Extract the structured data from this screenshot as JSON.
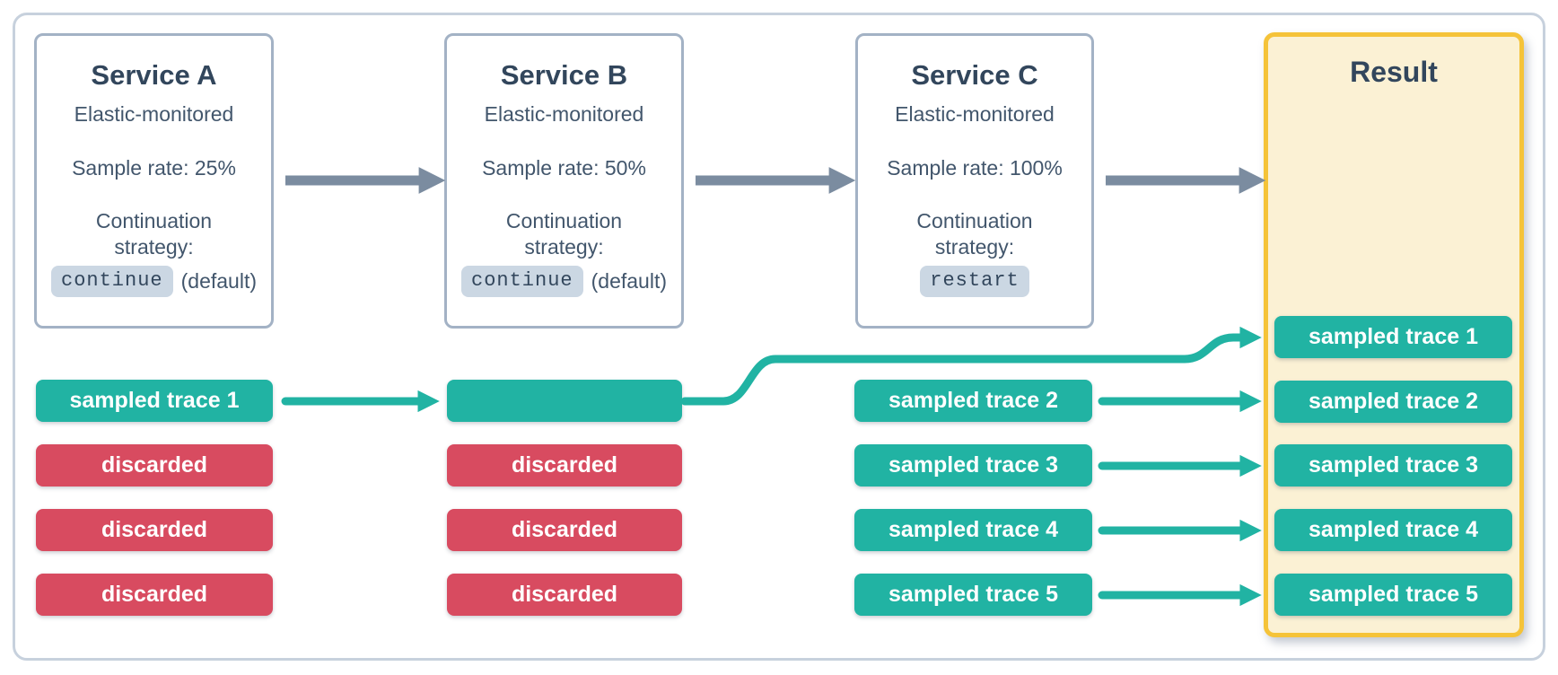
{
  "colors": {
    "teal": "#21B3A3",
    "red": "#D84B60",
    "gray_arrow": "#7B8CA0",
    "frame_border": "#C7D1DD",
    "service_border": "#A3B2C5",
    "result_border": "#F5C339",
    "result_bg": "#FBF1D4",
    "code_bg": "#CBD7E3",
    "text_dark": "#32465C",
    "text_body": "#42566C"
  },
  "services": [
    {
      "title": "Service A",
      "monitored": "Elastic-monitored",
      "sample_rate": "Sample rate: 25%",
      "strategy_label": "Continuation strategy:",
      "strategy_value": "continue",
      "strategy_note": "(default)"
    },
    {
      "title": "Service B",
      "monitored": "Elastic-monitored",
      "sample_rate": "Sample rate: 50%",
      "strategy_label": "Continuation strategy:",
      "strategy_value": "continue",
      "strategy_note": "(default)"
    },
    {
      "title": "Service C",
      "monitored": "Elastic-monitored",
      "sample_rate": "Sample rate: 100%",
      "strategy_label": "Continuation strategy:",
      "strategy_value": "restart",
      "strategy_note": ""
    }
  ],
  "result": {
    "title": "Result",
    "badges": [
      "sampled trace 1",
      "sampled trace 2",
      "sampled trace 3",
      "sampled trace 4",
      "sampled trace 5"
    ]
  },
  "lanes": {
    "service_a": [
      {
        "label": "sampled trace 1",
        "status": "sampled"
      },
      {
        "label": "discarded",
        "status": "discarded"
      },
      {
        "label": "discarded",
        "status": "discarded"
      },
      {
        "label": "discarded",
        "status": "discarded"
      }
    ],
    "service_b": [
      {
        "label": "",
        "status": "sampled"
      },
      {
        "label": "discarded",
        "status": "discarded"
      },
      {
        "label": "discarded",
        "status": "discarded"
      },
      {
        "label": "discarded",
        "status": "discarded"
      }
    ],
    "service_c": [
      {
        "label": "sampled trace 2",
        "status": "sampled"
      },
      {
        "label": "sampled trace 3",
        "status": "sampled"
      },
      {
        "label": "sampled trace 4",
        "status": "sampled"
      },
      {
        "label": "sampled trace 5",
        "status": "sampled"
      }
    ]
  }
}
